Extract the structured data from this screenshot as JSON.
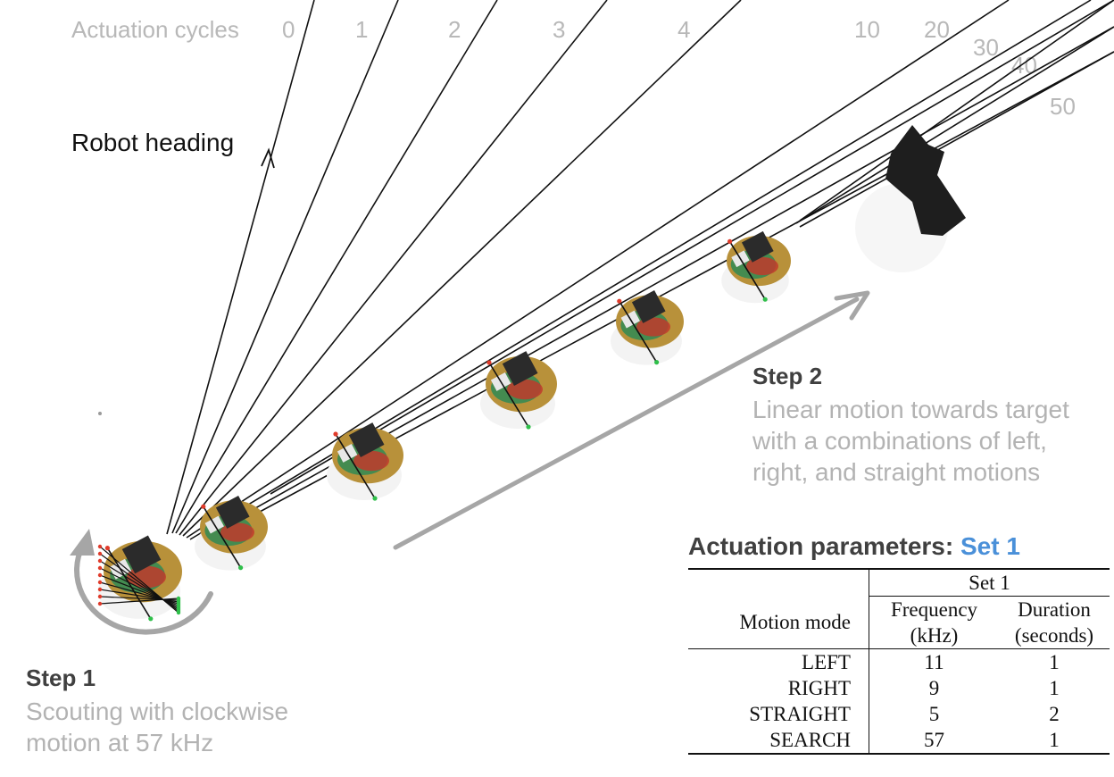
{
  "cycles_label": "Actuation cycles",
  "cycles": [
    "0",
    "1",
    "2",
    "3",
    "4",
    "10",
    "20",
    "30",
    "40",
    "50"
  ],
  "robot_heading_label": "Robot heading",
  "step1": {
    "title": "Step 1",
    "lines": [
      "Scouting with clockwise",
      "motion at 57 kHz"
    ]
  },
  "step2": {
    "title": "Step 2",
    "lines": [
      "Linear motion towards target",
      "with a combinations of left,",
      "right, and straight motions"
    ]
  },
  "params_title": "Actuation parameters: ",
  "params_set": "Set 1",
  "table": {
    "set_header": "Set 1",
    "col_mode": "Motion mode",
    "col_freq_1": "Frequency",
    "col_freq_2": "(kHz)",
    "col_dur_1": "Duration",
    "col_dur_2": "(seconds)",
    "rows": [
      {
        "mode": "LEFT",
        "freq": "11",
        "dur": "1"
      },
      {
        "mode": "RIGHT",
        "freq": "9",
        "dur": "1"
      },
      {
        "mode": "STRAIGHT",
        "freq": "5",
        "dur": "2"
      },
      {
        "mode": "SEARCH",
        "freq": "57",
        "dur": "1"
      }
    ]
  },
  "colors": {
    "accent_blue": "#4a90d9",
    "label_gray": "#b3b3b3",
    "title_gray": "#404040"
  }
}
